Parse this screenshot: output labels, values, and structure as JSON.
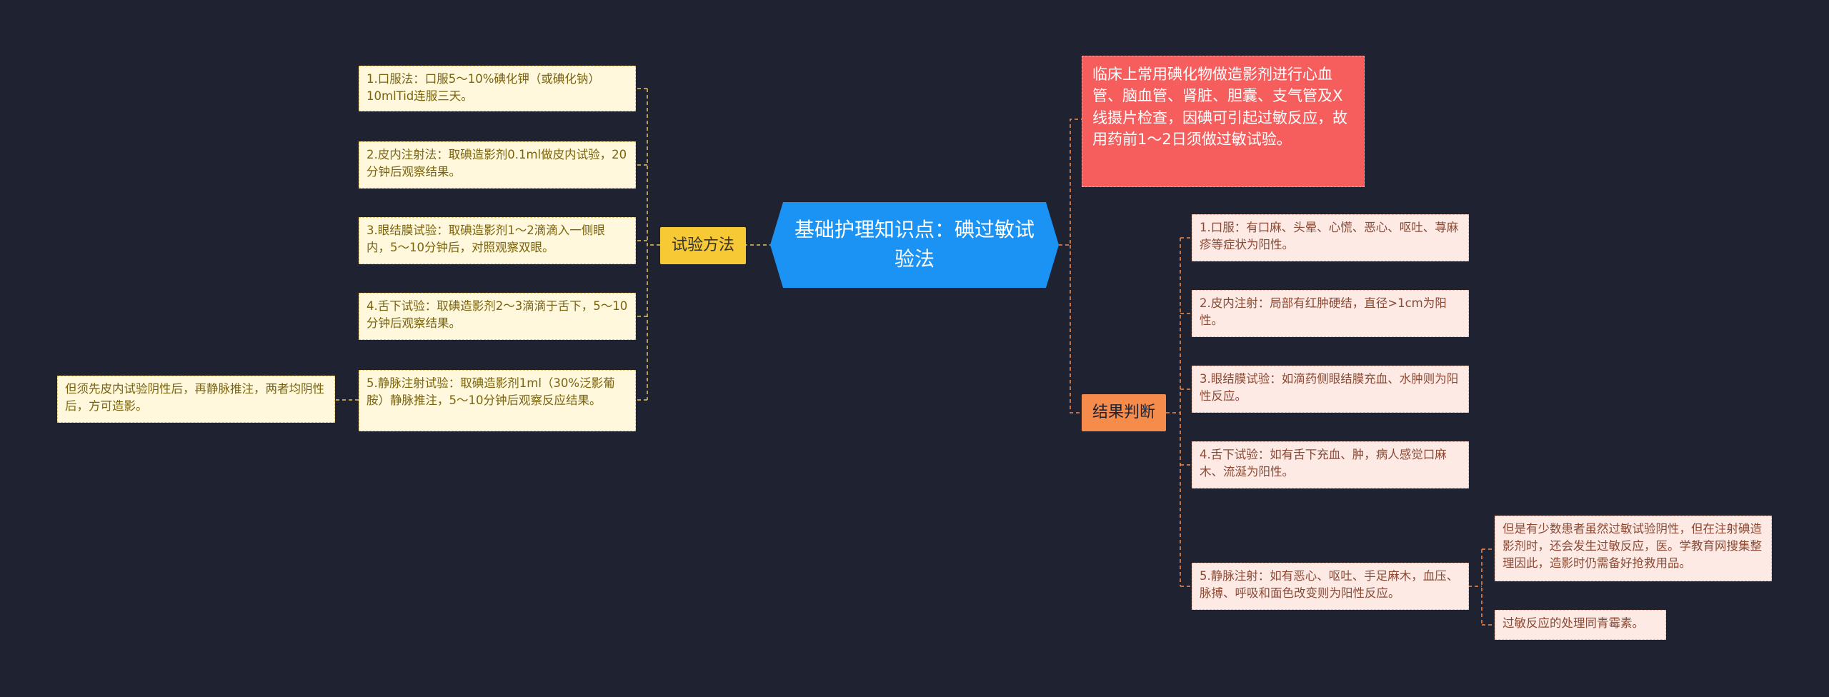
{
  "root": {
    "title": "基础护理知识点：碘过敏试验法"
  },
  "intro_note": "临床上常用碘化物做造影剂进行心血管、脑血管、肾脏、胆囊、支气管及X线摄片检查，因碘可引起过敏反应，故用药前1～2日须做过敏试验。",
  "methods": {
    "label": "试验方法",
    "items": [
      "1.口服法：口服5～10%碘化钾（或碘化钠）10mlTid连服三天。",
      "2.皮内注射法：取碘造影剂0.1ml做皮内试验，20分钟后观察结果。",
      "3.眼结膜试验：取碘造影剂1～2滴滴入一侧眼内，5～10分钟后，对照观察双眼。",
      "4.舌下试验：取碘造影剂2～3滴滴于舌下，5～10分钟后观察结果。",
      "5.静脉注射试验：取碘造影剂1ml（30%泛影葡胺）静脉推注，5～10分钟后观察反应结果。"
    ],
    "iv_note": "但须先皮内试验阴性后，再静脉推注，两者均阴性后，方可造影。"
  },
  "results": {
    "label": "结果判断",
    "items": [
      "1.口服：有口麻、头晕、心慌、恶心、呕吐、荨麻疹等症状为阳性。",
      "2.皮内注射：局部有红肿硬结，直径>1cm为阳性。",
      "3.眼结膜试验：如滴药侧眼结膜充血、水肿则为阳性反应。",
      "4.舌下试验：如有舌下充血、肿，病人感觉口麻木、流涎为阳性。",
      "5.静脉注射：如有恶心、呕吐、手足麻木，血压、脉搏、呼吸和面色改变则为阳性反应。"
    ],
    "iv_notes": [
      "但是有少数患者虽然过敏试验阴性，但在注射碘造影剂时，还会发生过敏反应，医。学教育网搜集整理因此，造影时仍需备好抢救用品。",
      "过敏反应的处理同青霉素。"
    ]
  },
  "colors": {
    "background": "#1f2230",
    "root": "#1a93f5",
    "methods_branch": "#f7c934",
    "results_branch": "#f68c4b",
    "intro_note": "#f65e5e",
    "methods_leaf": "#fff8dc",
    "results_leaf": "#fdeae4",
    "methods_line": "#e6c560",
    "results_line": "#f68c4b"
  }
}
